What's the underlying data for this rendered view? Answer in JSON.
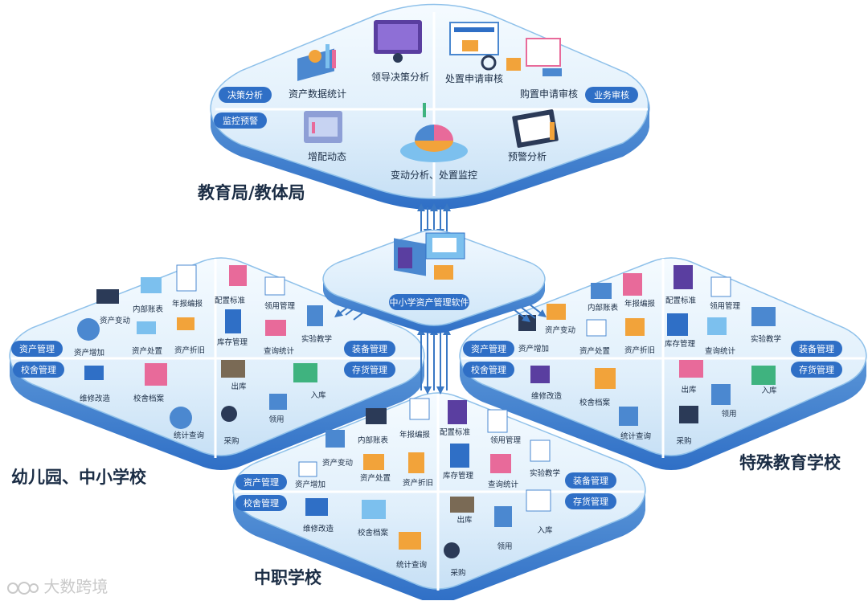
{
  "bureau": {
    "title": "教育局/教体局",
    "tags": {
      "decision": "决策分析",
      "monitor": "监控预警",
      "audit": "业务审核"
    },
    "items": {
      "asset_stats": "资产数据统计",
      "leader_decision": "领导决策分析",
      "disposal_audit": "处置申请审核",
      "purchase_audit": "购置申请审核",
      "config_dynamic": "增配动态",
      "change_monitor": "变动分析、处置监控",
      "warning_analysis": "预警分析"
    }
  },
  "hub": {
    "label": "中小学资产管理软件"
  },
  "school_modules": {
    "tags": {
      "asset_mgmt": "资产管理",
      "equip_mgmt": "装备管理",
      "dorm_mgmt": "校舍管理",
      "inventory_mgmt": "存货管理"
    },
    "asset": {
      "internal_ledger": "内部账表",
      "annual_report": "年报编报",
      "asset_change": "资产变动",
      "asset_add": "资产增加",
      "asset_disposal": "资产处置",
      "asset_depreciation": "资产折旧"
    },
    "equip": {
      "config_standard": "配置标准",
      "receive_mgmt": "领用管理",
      "stock_mgmt": "库存管理",
      "query_stats": "查询统计",
      "lab_teaching": "实验教学"
    },
    "dorm": {
      "repair": "维修改造",
      "dorm_archive": "校舍档案",
      "stats_query": "统计查询"
    },
    "inventory": {
      "outbound": "出库",
      "inbound": "入库",
      "receive": "领用",
      "purchase": "采购"
    }
  },
  "regions": {
    "left": "幼儿园、中小学校",
    "right": "特殊教育学校",
    "bottom": "中职学校"
  },
  "watermark": "大数跨境",
  "colors": {
    "tag_blue": "#2f6fc6",
    "plate_light": "#eaf4fd",
    "plate_mid": "#b9d9f3",
    "plate_rim": "#5d9fd8",
    "arrow": "#3a78c4",
    "accent_orange": "#f2a33a",
    "accent_pink": "#e86a9a",
    "text_dark": "#1b2d45"
  }
}
